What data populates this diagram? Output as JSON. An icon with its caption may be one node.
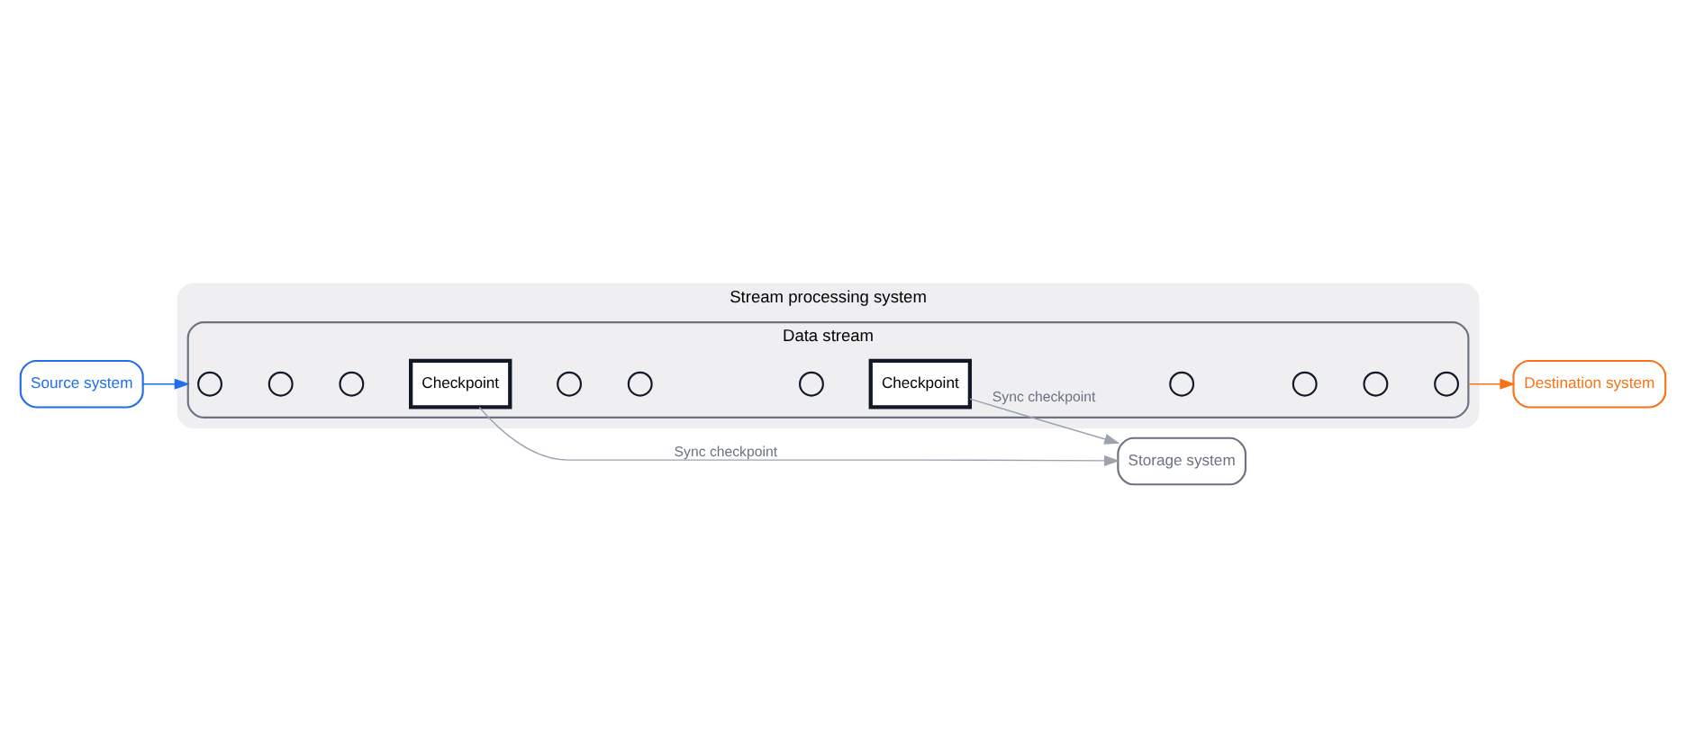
{
  "diagram": {
    "nodes": [
      {
        "text": [
          "Source system"
        ]
      },
      {
        "text": [
          "Stream processing system"
        ]
      },
      {
        "text": [
          "Data stream"
        ],
        "in": 1
      },
      {
        "text": [],
        "shape": "circle",
        "in": 2
      },
      {
        "text": [],
        "shape": "circle",
        "in": 2
      },
      {
        "text": [],
        "shape": "circle",
        "in": 2
      },
      {
        "text": [
          "Checkpoint"
        ],
        "in": 2
      },
      {
        "text": [],
        "shape": "circle",
        "in": 2
      },
      {
        "text": [],
        "shape": "circle",
        "in": 2
      },
      {
        "text": [],
        "shape": "circle",
        "in": 2
      },
      {
        "text": [
          "Checkpoint"
        ],
        "in": 2
      },
      {
        "text": [],
        "shape": "circle",
        "in": 2
      },
      {
        "text": [],
        "shape": "circle",
        "in": 2
      },
      {
        "text": [],
        "shape": "circle",
        "in": 2
      },
      {
        "text": [],
        "shape": "circle",
        "in": 2
      },
      {
        "text": [
          "Destination system"
        ]
      },
      {
        "text": [
          "Storage system"
        ]
      }
    ],
    "edges": [
      {
        "from": 0,
        "to": 2,
        "arrow": "to",
        "color": "#1f6feb"
      },
      {
        "from": 2,
        "to": 15,
        "arrow": "to",
        "color": "#f97316"
      },
      {
        "from": 6,
        "to": 16,
        "arrow": "to",
        "label": "Sync checkpoint"
      },
      {
        "from": 10,
        "to": 16,
        "arrow": "to",
        "label": "Sync checkpoint"
      }
    ]
  }
}
